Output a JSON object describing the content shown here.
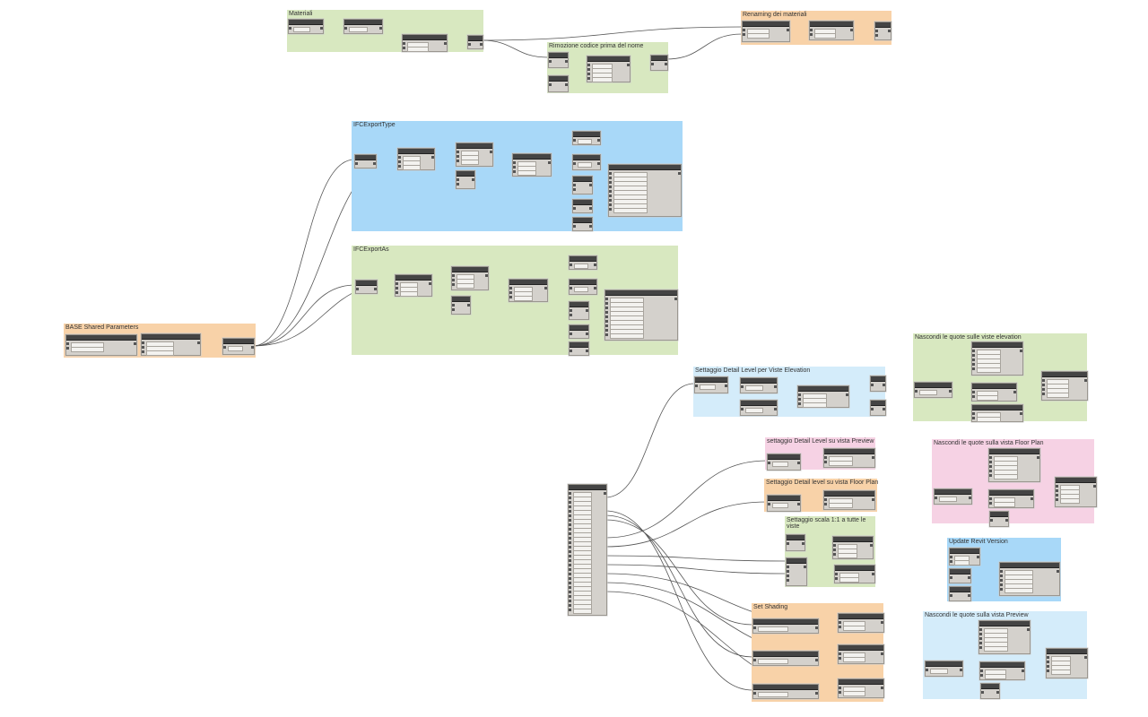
{
  "canvas": {
    "background": "#ffffff"
  },
  "group_colors": {
    "green": "#d8e8c0",
    "orange": "#f8d2a8",
    "blue": "#a8d8f8",
    "lightblue": "#d4ecfa",
    "pink": "#f6d2e4"
  },
  "groups": [
    {
      "id": "materiali",
      "title": "Materiali",
      "color": "green"
    },
    {
      "id": "renaming",
      "title": "Renaming dei materiali",
      "color": "orange"
    },
    {
      "id": "rimozione",
      "title": "Rimozione codice prima del nome",
      "color": "green"
    },
    {
      "id": "ifcexporttype",
      "title": "IFCExportType",
      "color": "blue"
    },
    {
      "id": "ifcexportas",
      "title": "IFCExportAs",
      "color": "green"
    },
    {
      "id": "base",
      "title": "BASE Shared Parameters",
      "color": "orange"
    },
    {
      "id": "detail-elev",
      "title": "Settaggio Detail Level per Viste Elevation",
      "color": "lightblue"
    },
    {
      "id": "nascondi-elev",
      "title": "Nascondi le quote sulle viste elevation",
      "color": "green"
    },
    {
      "id": "detail-preview",
      "title": "settaggio Detail Level su vista Preview",
      "color": "pink"
    },
    {
      "id": "nascondi-floor",
      "title": "Nascondi le quote sulla vista Floor Plan",
      "color": "pink"
    },
    {
      "id": "detail-floor",
      "title": "Settaggio Detail level su vista Floor Plan",
      "color": "orange"
    },
    {
      "id": "scala",
      "title": "Settaggio scala 1:1 a tutte le viste",
      "color": "green"
    },
    {
      "id": "update-revit",
      "title": "Update Revit Version",
      "color": "blue"
    },
    {
      "id": "set-shading",
      "title": "Set Shading",
      "color": "orange"
    },
    {
      "id": "nascondi-preview",
      "title": "Nascondi le quote sulla vista Preview",
      "color": "lightblue"
    }
  ],
  "node_header_color": "#444444",
  "node_body_color": "#d4d1cc",
  "wire_color": "#555555"
}
